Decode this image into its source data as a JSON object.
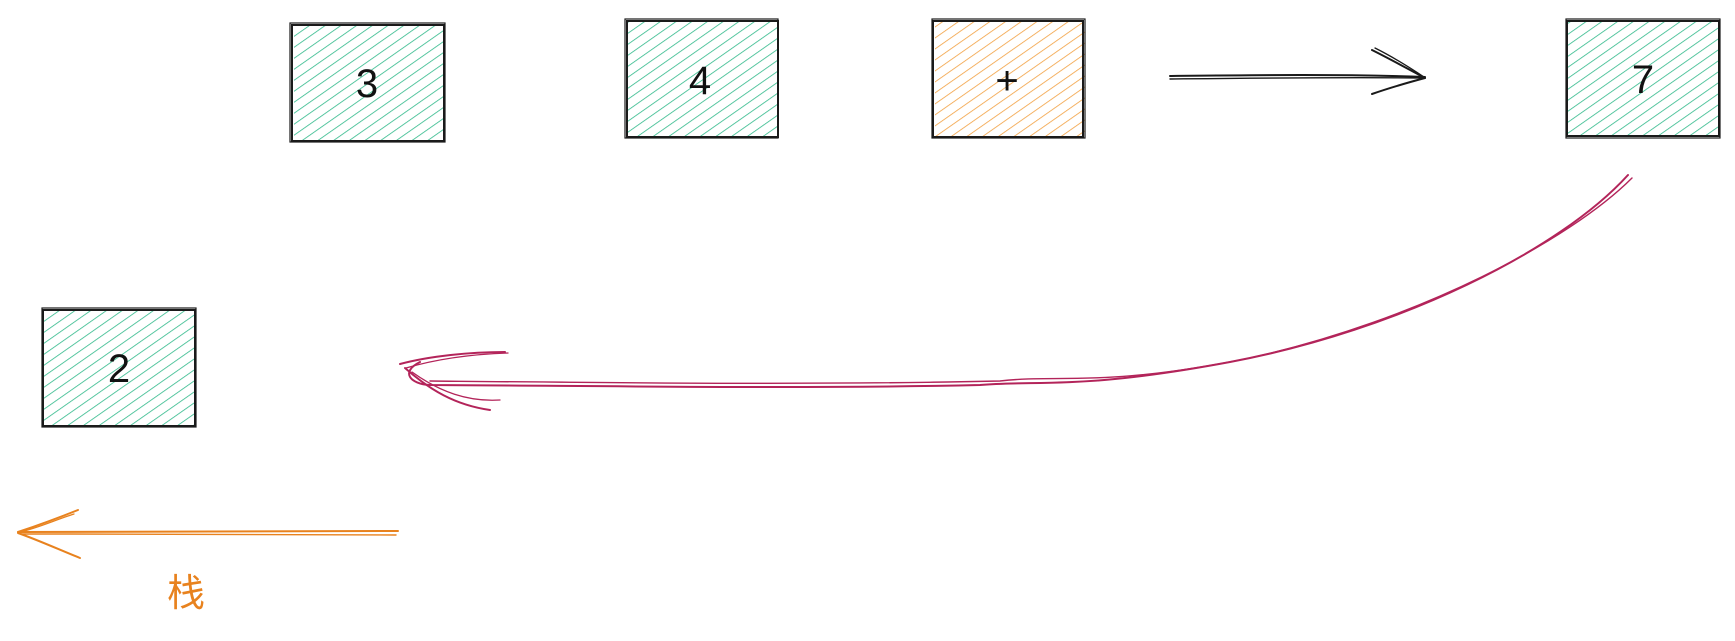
{
  "colors": {
    "operand_fill": "#2fb98a",
    "operator_fill": "#f2a040",
    "stroke": "#1a1a1a",
    "eval_arrow": "#b3245a",
    "stack_arrow": "#e8821e",
    "stack_label": "#e8821e"
  },
  "tokens": [
    {
      "id": "token-3",
      "value": "3",
      "kind": "operand"
    },
    {
      "id": "token-4",
      "value": "4",
      "kind": "operand"
    },
    {
      "id": "token-plus",
      "value": "+",
      "kind": "operator"
    },
    {
      "id": "token-7",
      "value": "7",
      "kind": "operand"
    },
    {
      "id": "token-2",
      "value": "2",
      "kind": "operand"
    }
  ],
  "stack_label": "栈"
}
